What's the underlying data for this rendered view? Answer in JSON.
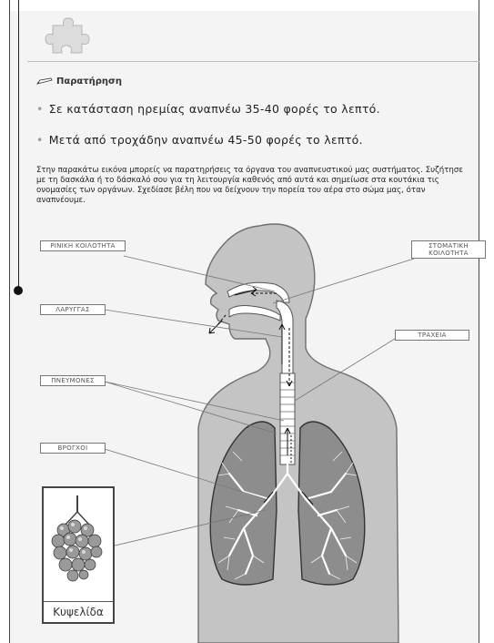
{
  "note": {
    "heading": "Παρατήρηση",
    "bullets": [
      "Σε κατάσταση ηρεμίας αναπνέω 35-40 φορές το λεπτό.",
      "Μετά από τροχάδην αναπνέω 45-50 φορές το λεπτό."
    ]
  },
  "paragraph": "Στην παρακάτω εικόνα μπορείς να παρατηρήσεις τα όργανα του αναπνευστικού μας συστήματος. Συζήτησε με τη δασκάλα ή το δάσκαλό σου για τη λειτουργία καθενός από αυτά και σημείωσε στα κουτάκια τις ονομασίες των οργάνων. Σχεδίασε βέλη που να δείχνουν την πορεία του αέρα στο σώμα μας, όταν αναπνέουμε.",
  "labels": {
    "nasal": "ΡΙΝΙΚΗ ΚΟΙΛΟΤΗΤΑ",
    "oral": "ΣΤΟΜΑΤΙΚΗ ΚΟΙΛΟΤΗΤΑ",
    "larynx": "ΛΑΡΥΓΓΑΣ",
    "trachea": "ΤΡΑΧΕΙΑ",
    "lungs": "ΠΝΕΥΜΟΝΕΣ",
    "bronchi": "ΒΡΟΓΧΟΙ"
  },
  "alveolus_label": "Κυψελίδα",
  "colors": {
    "body": "#c4c4c4",
    "lungs": "#8d8d8d",
    "page": "#f4f4f4"
  }
}
